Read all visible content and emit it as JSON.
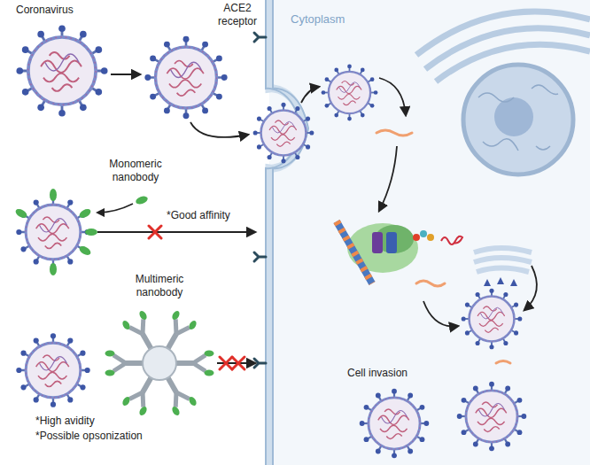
{
  "diagram": {
    "labels": [
      "Coronavirus",
      "ACE2 receptor",
      "Cytoplasm",
      "Monomeric nanobody",
      "*Good affinity",
      "Multimeric nanobody",
      "*High avidity",
      "*Possible opsonization",
      "Cell invasion"
    ]
  }
}
